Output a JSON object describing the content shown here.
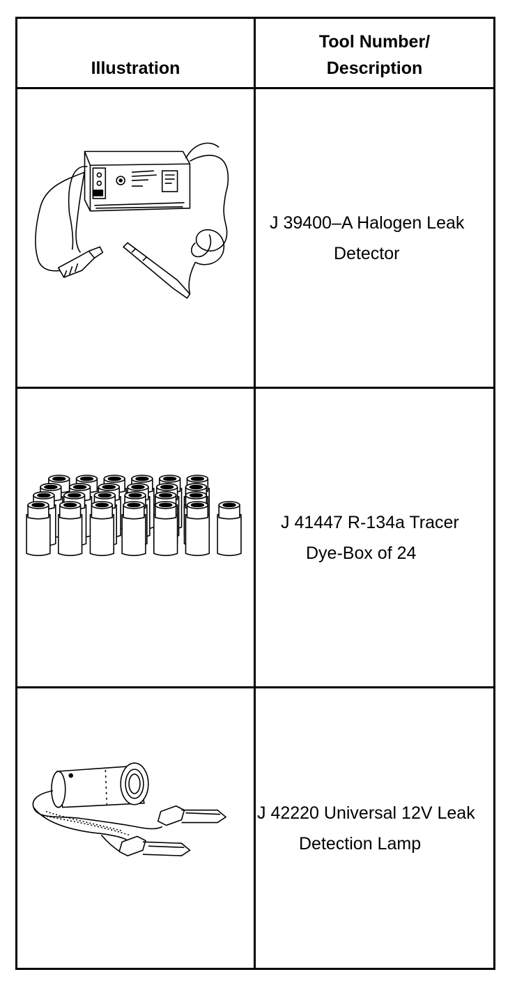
{
  "table": {
    "headers": {
      "illustration": "Illustration",
      "description_line1": "Tool Number/",
      "description_line2": "Description"
    },
    "rows": [
      {
        "icon": "halogen-leak-detector-icon",
        "line1": "J 39400–A Halogen Leak",
        "line2": "Detector"
      },
      {
        "icon": "tracer-dye-bottles-icon",
        "line1": "J 41447 R-134a Tracer",
        "line2": "Dye-Box of 24"
      },
      {
        "icon": "leak-detection-lamp-icon",
        "line1": "J 42220 Universal 12V Leak",
        "line2": "Detection Lamp"
      }
    ]
  }
}
